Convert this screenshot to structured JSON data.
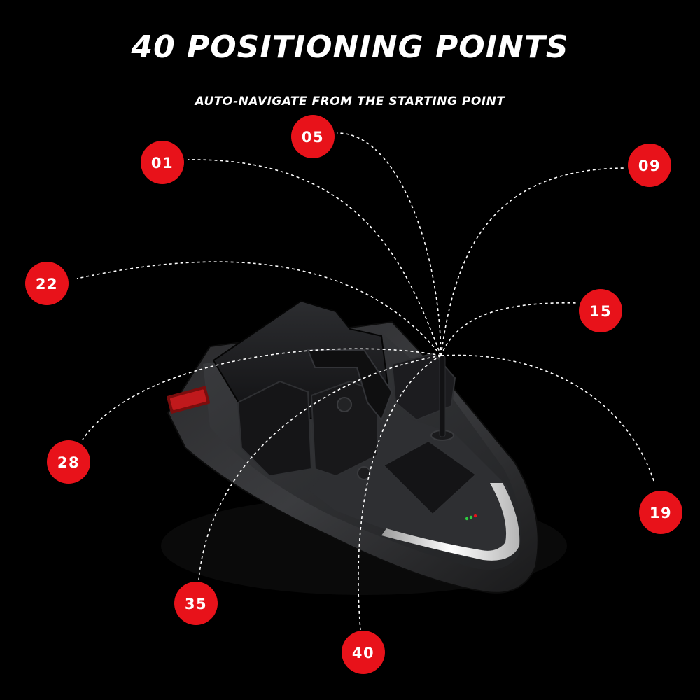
{
  "title": "40 POSITIONING POINTS",
  "subtitle": "AUTO-NAVIGATE FROM THE STARTING POINT",
  "colors": {
    "background": "#000000",
    "marker": "#e8121a",
    "text": "#ffffff",
    "path": "#ffffff"
  },
  "markers": [
    {
      "label": "01"
    },
    {
      "label": "05"
    },
    {
      "label": "09"
    },
    {
      "label": "22"
    },
    {
      "label": "15"
    },
    {
      "label": "28"
    },
    {
      "label": "19"
    },
    {
      "label": "35"
    },
    {
      "label": "40"
    }
  ]
}
